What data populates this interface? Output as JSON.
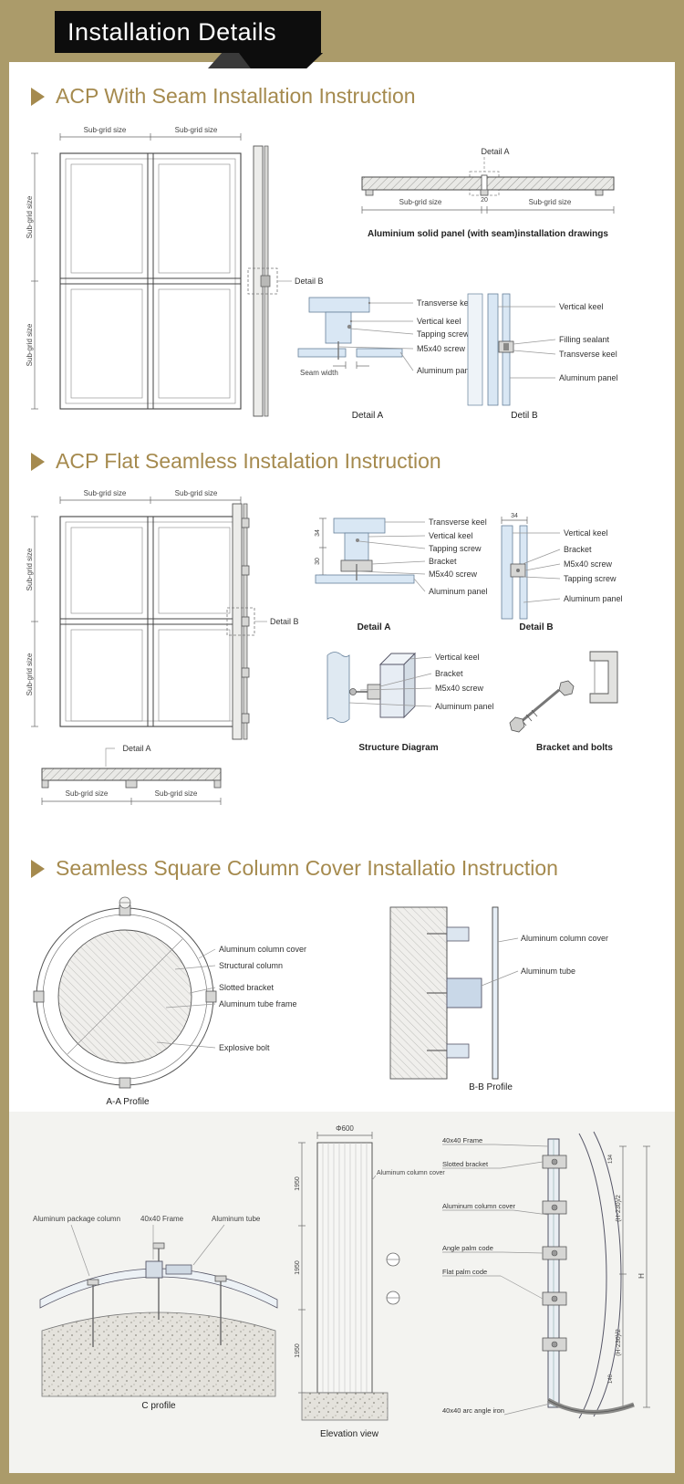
{
  "header": {
    "title": "Installation Details"
  },
  "s1": {
    "heading": "ACP With Seam Installation Instruction",
    "front": {
      "top1": "Sub-grid size",
      "top2": "Sub-grid size",
      "left1": "Sub-grid size",
      "left2": "Sub-grid size"
    },
    "side": {
      "detail": "Detail B"
    },
    "plan": {
      "detail": "Detail A",
      "dim1": "Sub-grid size",
      "dim2": "20",
      "dim3": "Sub-grid size",
      "caption": "Aluminium solid panel (with seam)installation drawings"
    },
    "detailA": {
      "l1": "Transverse keel",
      "l2": "Vertical keel",
      "l3": "Tapping screw",
      "l4": "M5x40 screw",
      "l5": "Aluminum panel",
      "seam": "Seam width",
      "caption": "Detail A"
    },
    "detailB": {
      "l1": "Vertical keel",
      "l2": "Filling sealant",
      "l3": "Transverse keel",
      "l4": "Aluminum panel",
      "caption": "Detil B"
    }
  },
  "s2": {
    "heading": "ACP Flat Seamless Instalation Instruction",
    "front": {
      "top1": "Sub-grid size",
      "top2": "Sub-grid size",
      "left1": "Sub-grid size",
      "left2": "Sub-grid size"
    },
    "side": {
      "detail": "Detail B"
    },
    "detailA": {
      "dimA": "34",
      "dimB": "30",
      "l1": "Transverse keel",
      "l2": "Vertical keel",
      "l3": "Tapping screw",
      "l4": "Bracket",
      "l5": "M5x40 screw",
      "l6": "Aluminum panel",
      "caption": "Detail A"
    },
    "detailB": {
      "dimA": "34",
      "l1": "Vertical keel",
      "l2": "Bracket",
      "l3": "M5x40 screw",
      "l4": "Tapping screw",
      "l5": "Aluminum panel",
      "caption": "Detail B"
    },
    "structure": {
      "l1": "Vertical keel",
      "l2": "Bracket",
      "l3": "M5x40 screw",
      "l4": "Aluminum panel",
      "caption": "Structure Diagram"
    },
    "bolts": {
      "caption": "Bracket and bolts"
    },
    "bottom": {
      "detail": "Detail A",
      "dim1": "Sub-grid size",
      "dim2": "Sub-grid size"
    }
  },
  "s3": {
    "heading": "Seamless Square Column Cover Installatio Instruction",
    "aa": {
      "l1": "Aluminum column cover",
      "l2": "Structural column",
      "l3": "Slotted bracket",
      "l4": "Aluminum tube frame",
      "l5": "Explosive bolt",
      "caption": "A-A Profile"
    },
    "bb": {
      "l1": "Aluminum column cover",
      "l2": "Aluminum tube",
      "caption": "B-B Profile"
    },
    "c": {
      "l1": "Aluminum package column",
      "l2": "40x40 Frame",
      "l3": "Aluminum tube",
      "caption": "C profile"
    },
    "elev": {
      "dtop": "Φ600",
      "d1": "1950",
      "d2": "1950",
      "d3": "1950",
      "l1": "Aluminum column cover",
      "caption": "Elevation view"
    },
    "det": {
      "l1": "40x40 Frame",
      "l2": "Slotted bracket",
      "l3": "Aluminum column cover",
      "l4": "Angle palm code",
      "l5": "Flat palm code",
      "l6": "40x40 arc angle iron",
      "dim1": "(H-230)/2",
      "dim2": "(H-230)/2",
      "dimH": "H",
      "dimS1": "134",
      "dimS2": "140"
    }
  }
}
